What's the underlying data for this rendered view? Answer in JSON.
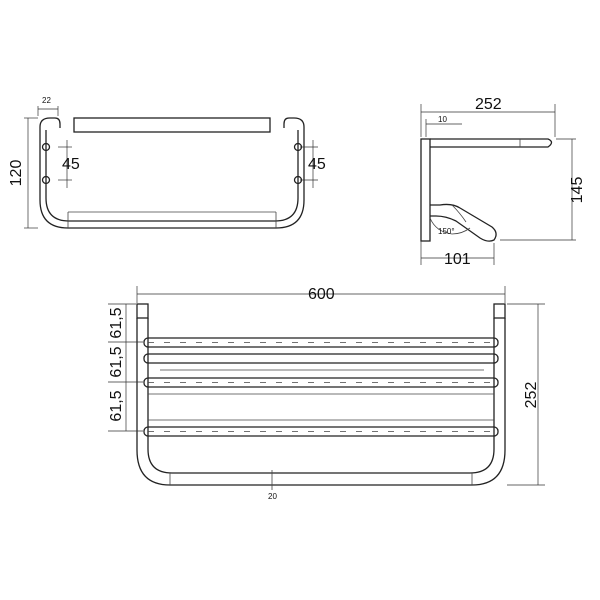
{
  "front_view": {
    "dim_top": "22",
    "dim_height": "120",
    "dim_left_hole": "45",
    "dim_right_hole": "45"
  },
  "side_view": {
    "dim_depth": "252",
    "dim_plate": "10",
    "dim_height": "145",
    "dim_angle": "150°",
    "dim_bottom": "101"
  },
  "top_view": {
    "dim_width": "600",
    "dim_depth": "252",
    "dim_pitch_1": "61,5",
    "dim_pitch_2": "61,5",
    "dim_pitch_3": "61,5",
    "dim_bottom": "20"
  }
}
